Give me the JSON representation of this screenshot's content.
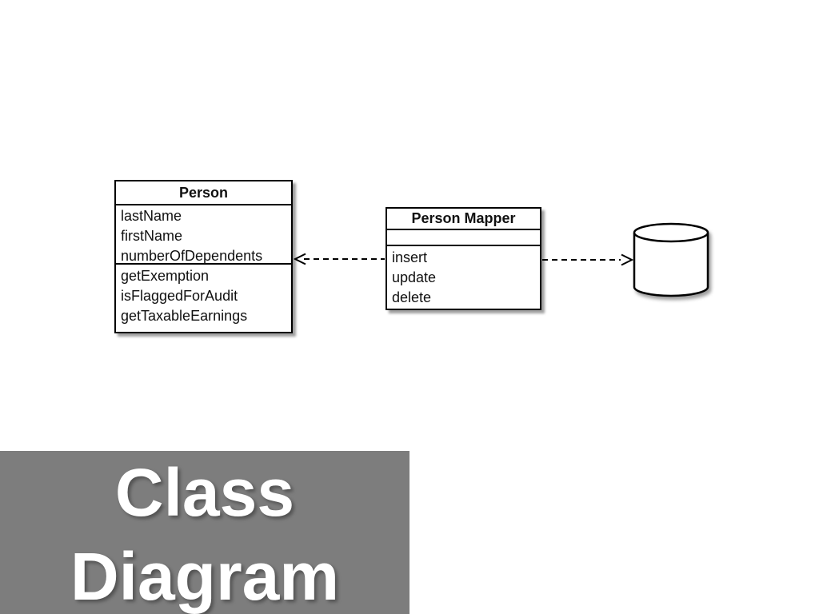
{
  "slide": {
    "background": "#ffffff",
    "banner": {
      "line1": "Class",
      "line2": "Diagram",
      "background_color": "#7d7d7d",
      "text_color": "#ffffff"
    }
  },
  "diagram": {
    "line_color": "#000000",
    "box_fill": "#ffffff",
    "person": {
      "title": "Person",
      "attributes": [
        "lastName",
        "firstName",
        "numberOfDependents"
      ],
      "methods": [
        "getExemption",
        "isFlaggedForAudit",
        "getTaxableEarnings"
      ]
    },
    "person_mapper": {
      "title": "Person Mapper",
      "attributes": [],
      "methods": [
        "insert",
        "update",
        "delete"
      ]
    },
    "database": {
      "type": "cylinder",
      "label": ""
    },
    "connectors": [
      {
        "from": "person_mapper",
        "to": "person",
        "line": "dashed",
        "head": "open-arrow"
      },
      {
        "from": "person_mapper",
        "to": "database",
        "line": "dashed",
        "head": "open-arrow"
      }
    ]
  }
}
